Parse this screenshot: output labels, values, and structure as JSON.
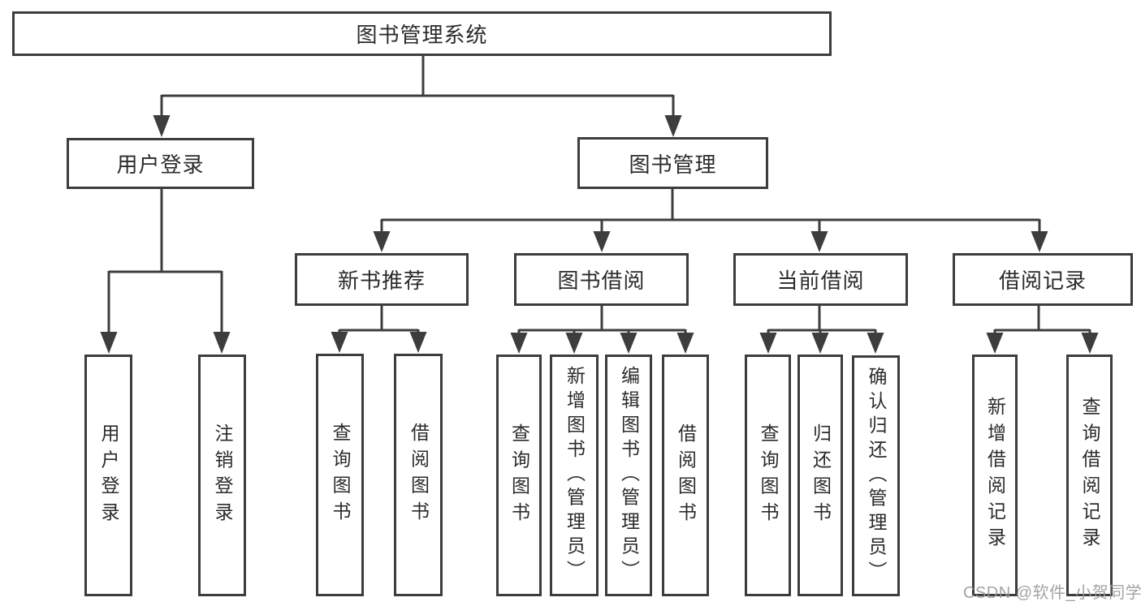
{
  "nodes": {
    "root": "图书管理系统",
    "user_login": "用户登录",
    "book_management": "图书管理",
    "new_book_recommend": "新书推荐",
    "book_borrowing": "图书借阅",
    "current_borrowing": "当前借阅",
    "borrowing_records": "借阅记录"
  },
  "leaves": {
    "user_login": "用户登录",
    "logout": "注销登录",
    "nb_query": "查询图书",
    "nb_borrow": "借阅图书",
    "bb_query": "查询图书",
    "bb_add": "新增图书（管理员）",
    "bb_edit": "编辑图书（管理员）",
    "bb_borrow": "借阅图书",
    "cb_query": "查询图书",
    "cb_return": "归还图书",
    "cb_confirm": "确认归还（管理员）",
    "rec_add": "新增借阅记录",
    "rec_query": "查询借阅记录"
  },
  "watermark": "CSDN @软件_小贺同学",
  "colors": {
    "line": "#3d3d3d",
    "text": "#2b2b2b",
    "wm": "#9a9a9a",
    "bg": "#ffffff"
  }
}
